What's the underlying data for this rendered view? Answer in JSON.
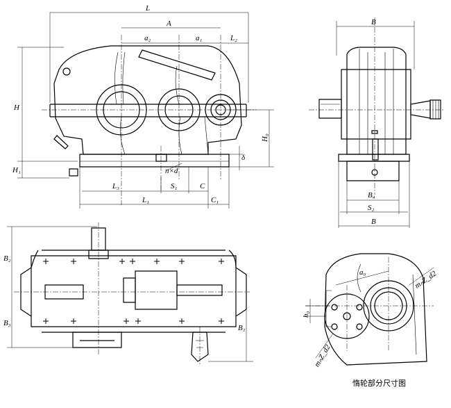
{
  "front_view": {
    "L": "L",
    "A": "A",
    "a2": "a₂",
    "a1": "a₁",
    "L2": "L₂",
    "H": "H",
    "H1": "H₁",
    "H0": "H₀",
    "delta": "δ",
    "nxd": "n×d",
    "L3": "L₃",
    "S1": "S₁",
    "C": "C",
    "L1": "L₁",
    "C1": "C₁"
  },
  "side_view": {
    "B_top": "B",
    "B4": "B₄",
    "S2": "S₂",
    "B_bottom": "B"
  },
  "top_view": {
    "B2": "B₂",
    "B3": "B₃",
    "B1": "B₁"
  },
  "idler_view": {
    "a0": "a₀",
    "h0": "h₀",
    "mnZd2": "mₙZ_d2",
    "mnZd2_lower": "mₙZ_d2"
  },
  "caption": "惰轮部分尺寸图"
}
